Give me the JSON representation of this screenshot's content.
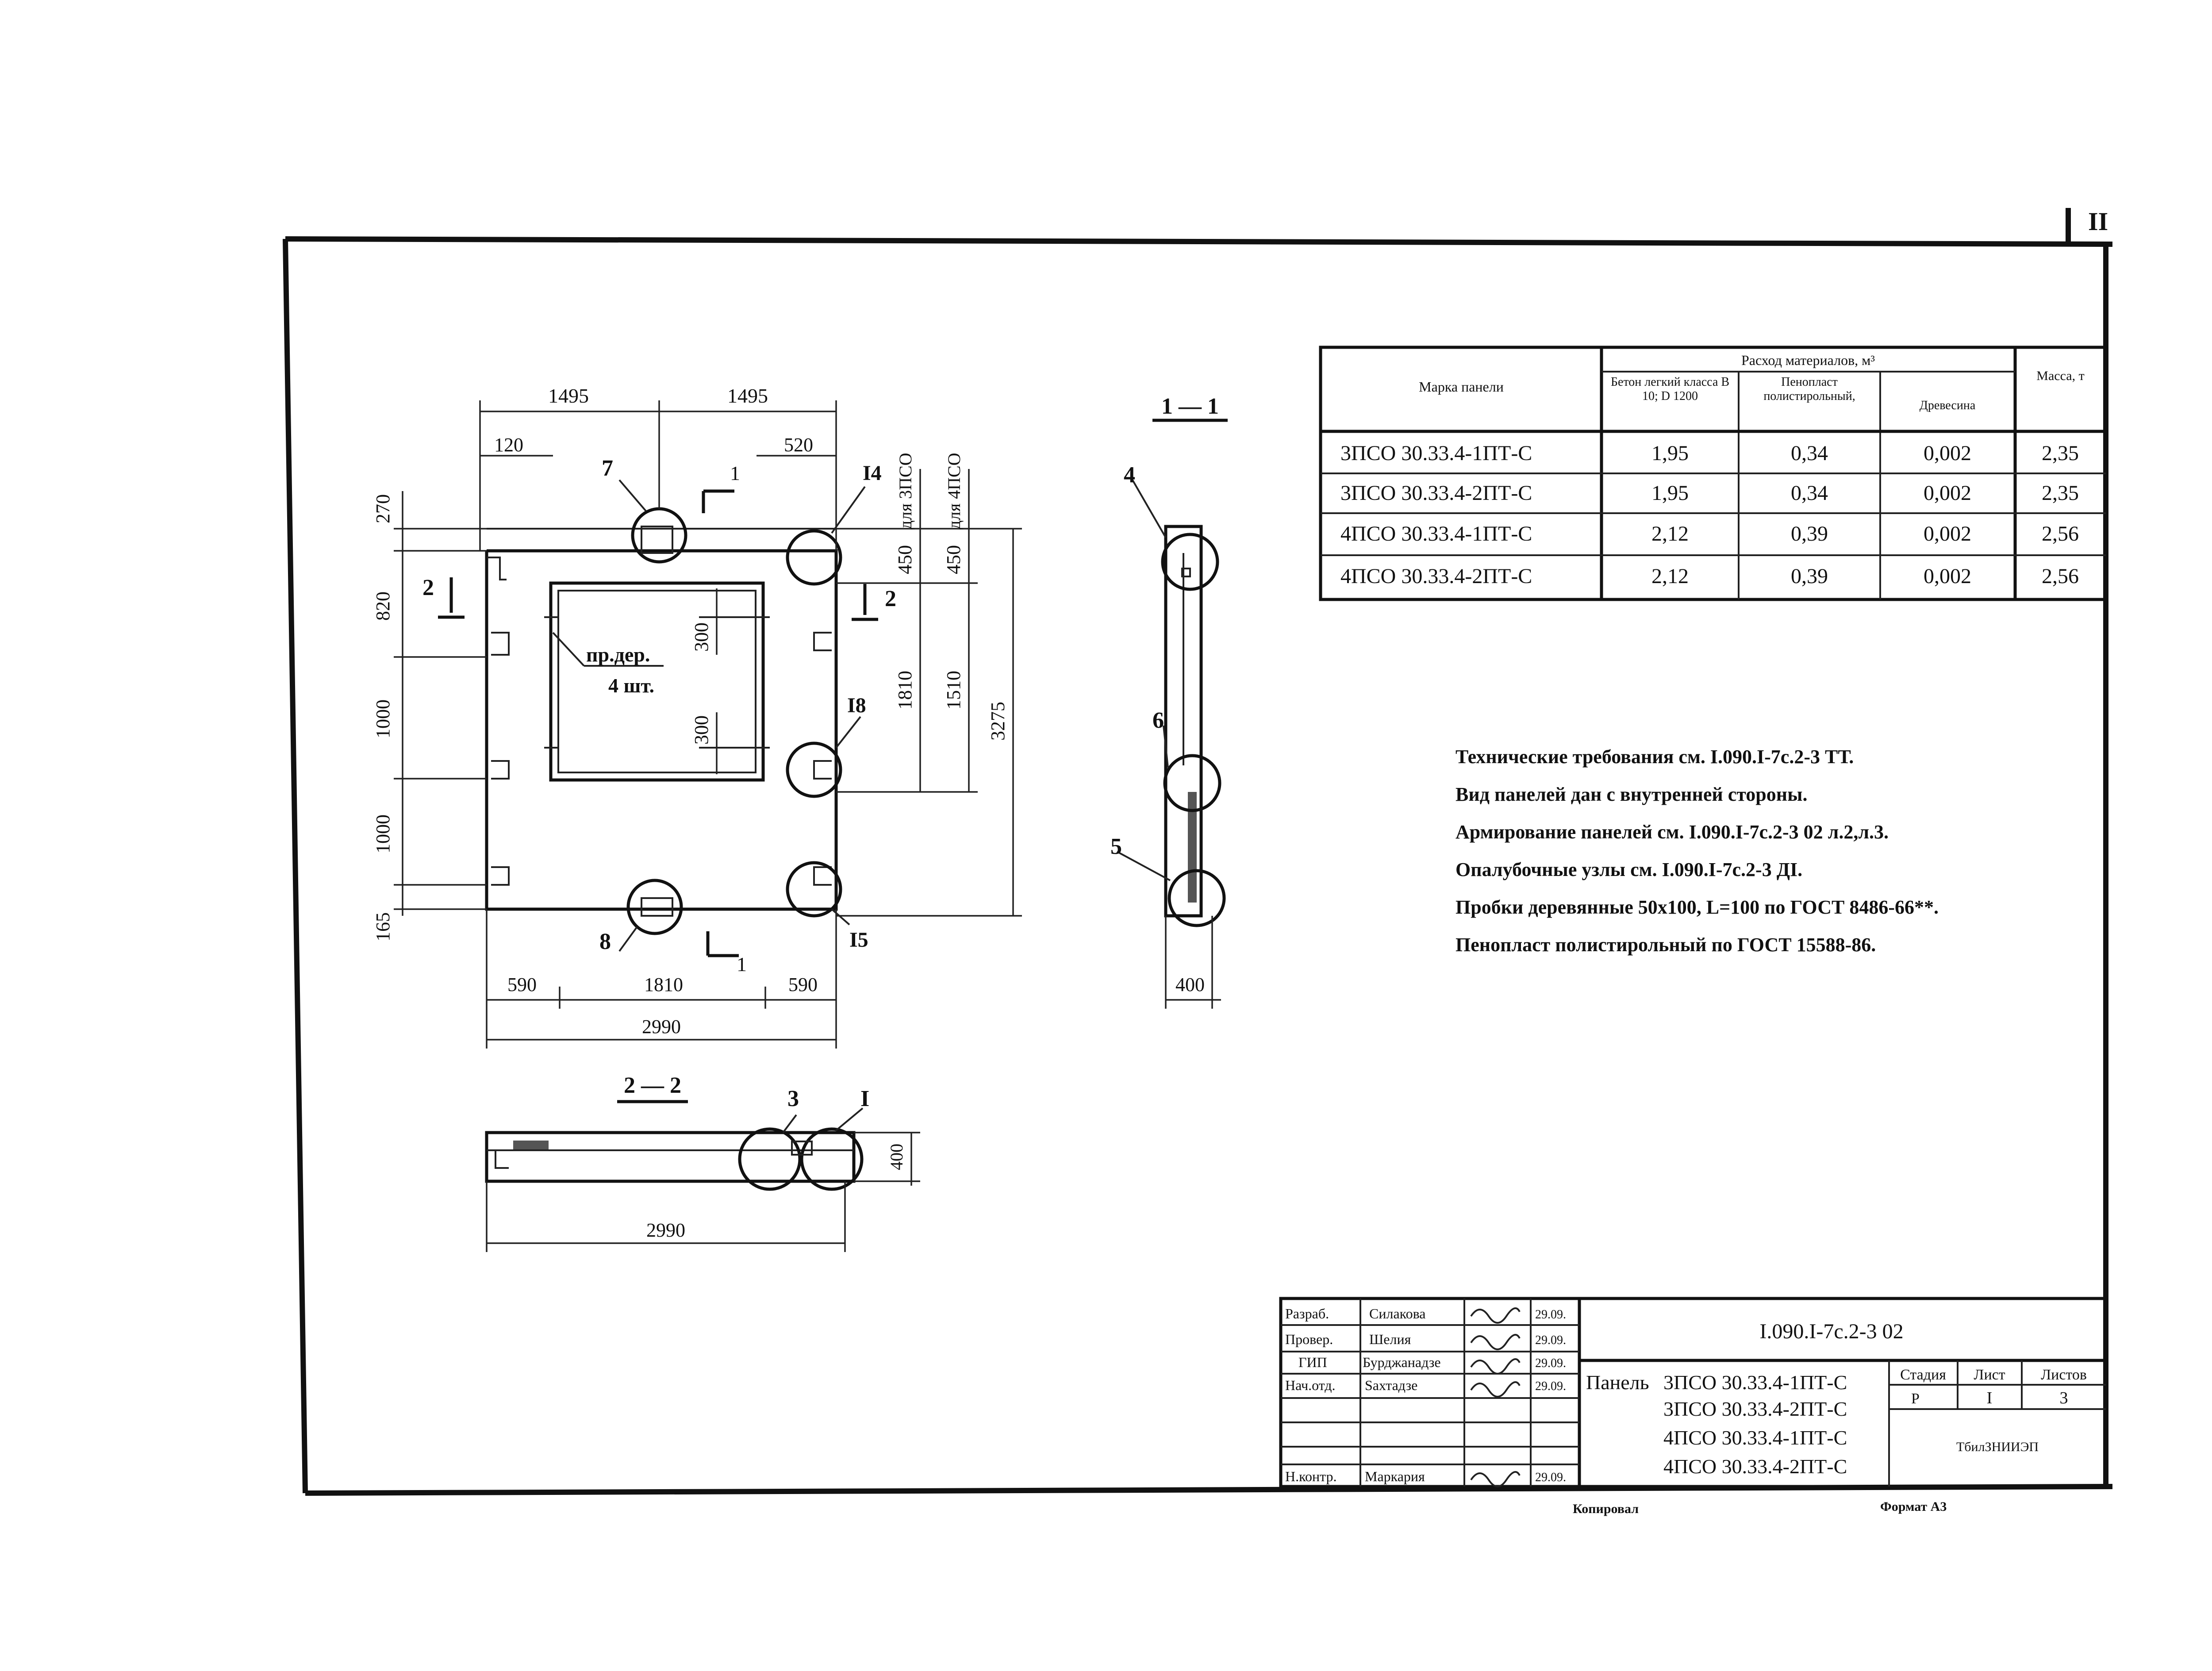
{
  "sheet_number": "II",
  "material_table": {
    "header_mark": "Марка панели",
    "header_consumption": "Расход материалов, м³",
    "header_concrete": "Бетон легкий класса В 10; D 1200",
    "header_foam": "Пенопласт полистирольный,",
    "header_wood": "Древесина",
    "header_mass": "Масса, т",
    "rows": [
      {
        "mark": "3ПСО 30.33.4-1ПТ-С",
        "concrete": "1,95",
        "foam": "0,34",
        "wood": "0,002",
        "mass": "2,35"
      },
      {
        "mark": "3ПСО 30.33.4-2ПТ-С",
        "concrete": "1,95",
        "foam": "0,34",
        "wood": "0,002",
        "mass": "2,35"
      },
      {
        "mark": "4ПСО 30.33.4-1ПТ-С",
        "concrete": "2,12",
        "foam": "0,39",
        "wood": "0,002",
        "mass": "2,56"
      },
      {
        "mark": "4ПСО 30.33.4-2ПТ-С",
        "concrete": "2,12",
        "foam": "0,39",
        "wood": "0,002",
        "mass": "2,56"
      }
    ]
  },
  "notes": [
    "Технические требования см. I.090.I-7с.2-3 ТТ.",
    "Вид панелей дан с внутренней стороны.",
    "Армирование панелей см. I.090.I-7с.2-3 02 л.2,л.3.",
    "Опалубочные узлы см. I.090.I-7с.2-3 ДI.",
    "Пробки деревянные 50х100, L=100 по ГОСТ 8486-66**.",
    "Пенопласт полистирольный по ГОСТ 15588-86."
  ],
  "elevation": {
    "dim_top_left": "1495",
    "dim_top_right": "1495",
    "dim_120": "120",
    "dim_520": "520",
    "dim_270": "270",
    "dim_820": "820",
    "dim_1000a": "1000",
    "dim_1000b": "1000",
    "dim_165": "165",
    "dim_300a": "300",
    "dim_300b": "300",
    "dim_450a": "450",
    "dim_450b": "450",
    "dim_1810v": "1810",
    "dim_1510": "1510",
    "dim_3275": "3275",
    "for_3pso": "для 3ПСО",
    "for_4pso": "для 4ПСО",
    "dim_590a": "590",
    "dim_1810h": "1810",
    "dim_590b": "590",
    "dim_2990": "2990",
    "plug_label_1": "пр.дер.",
    "plug_label_2": "4 шт.",
    "node_7": "7",
    "node_14": "I4",
    "node_18": "I8",
    "node_15": "I5",
    "node_8": "8",
    "cut_1_top": "1",
    "cut_1_bottom": "1",
    "cut_2_left": "2",
    "cut_2_right": "2"
  },
  "section_1_1": {
    "title": "1 — 1",
    "node_4": "4",
    "node_6": "6",
    "node_5": "5",
    "dim_400": "400"
  },
  "section_2_2": {
    "title": "2 — 2",
    "node_3": "3",
    "node_1": "I",
    "dim_400": "400",
    "dim_2990": "2990"
  },
  "title_block": {
    "doc_code": "I.090.I-7с.2-3 02",
    "roles": [
      "Разраб.",
      "Провер.",
      "ГИП",
      "Нач.отд.",
      "Н.контр."
    ],
    "names": [
      "Силакова",
      "Шелия",
      "Бурджанадзе",
      "Sахтадзе",
      "Маркария"
    ],
    "dates": [
      "29.09.",
      "29.09.",
      "29.09.",
      "29.09.",
      "29.09."
    ],
    "panel_prefix": "Панель",
    "panel_marks": [
      "3ПСО 30.33.4-1ПТ-С",
      "3ПСО 30.33.4-2ПТ-С",
      "4ПСО 30.33.4-1ПТ-С",
      "4ПСО 30.33.4-2ПТ-С"
    ],
    "stage_label": "Стадия",
    "sheet_label": "Лист",
    "sheets_label": "Листов",
    "stage_value": "Р",
    "sheet_value": "I",
    "sheets_value": "3",
    "org": "ТбилЗНИИЭП"
  },
  "footer": {
    "copied": "Копировал",
    "format": "Формат А3"
  }
}
